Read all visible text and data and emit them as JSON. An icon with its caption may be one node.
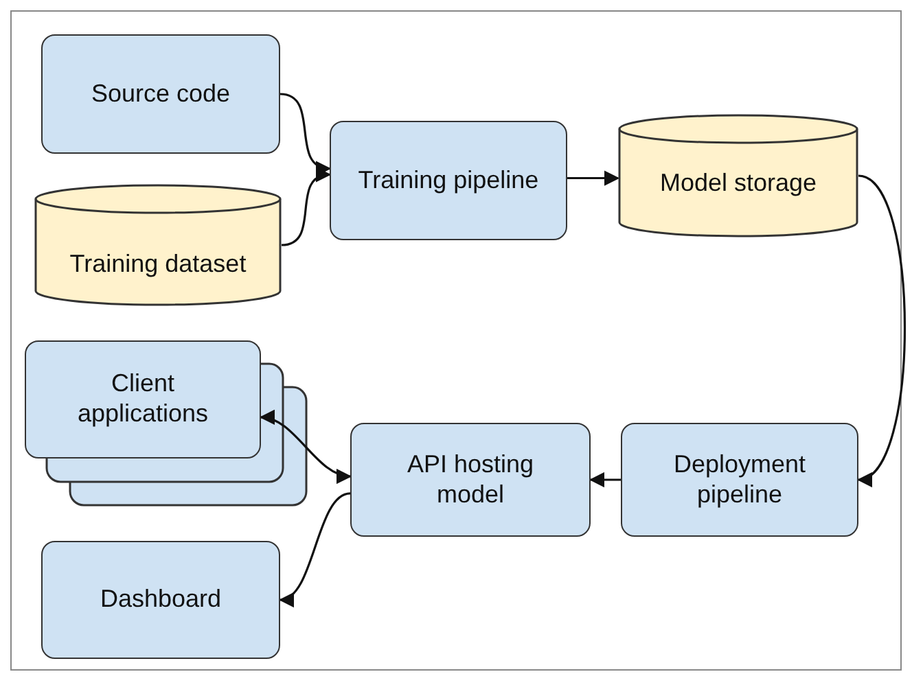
{
  "diagram": {
    "nodes": [
      {
        "text": [
          "Source code"
        ]
      },
      {
        "text": [
          "Training dataset"
        ]
      },
      {
        "text": [
          "Training pipeline"
        ]
      },
      {
        "text": [
          "Model storage"
        ]
      },
      {
        "text": [
          "Client applications"
        ]
      },
      {
        "text": [
          "API hosting model"
        ]
      },
      {
        "text": [
          "Deployment pipeline"
        ]
      },
      {
        "text": [
          "Dashboard"
        ]
      }
    ],
    "edges": [
      {
        "from": 0,
        "to": 2,
        "arrow": "to"
      },
      {
        "from": 1,
        "to": 2,
        "arrow": "to"
      },
      {
        "from": 2,
        "to": 3,
        "arrow": "to"
      },
      {
        "from": 3,
        "to": 6,
        "arrow": "to"
      },
      {
        "from": 6,
        "to": 5,
        "arrow": "to"
      },
      {
        "from": 5,
        "to": 4,
        "arrow": "both"
      },
      {
        "from": 5,
        "to": 7,
        "arrow": "to"
      }
    ]
  }
}
